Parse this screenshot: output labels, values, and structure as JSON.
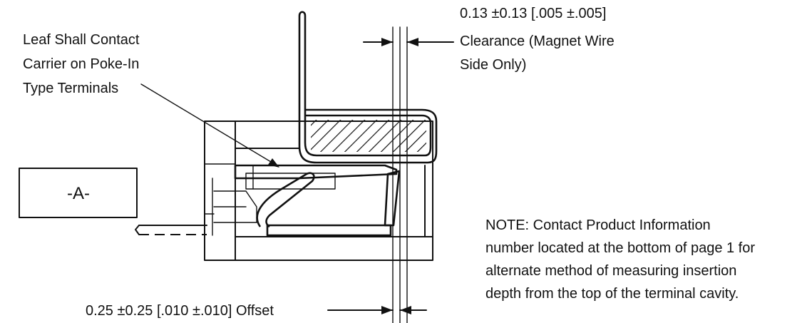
{
  "labels": {
    "leaf_note": [
      "Leaf Shall Contact",
      "Carrier on Poke-In",
      "Type Terminals"
    ],
    "clearance": [
      "0.13 ±0.13 [.005 ±.005]",
      "Clearance (Magnet Wire",
      "Side Only)"
    ],
    "datum": "-A-",
    "note": [
      "NOTE: Contact Product Information",
      "number located at the bottom of page 1 for",
      "alternate method of measuring insertion",
      "depth from the top of the terminal cavity."
    ],
    "offset": "0.25 ±0.25 [.010 ±.010] Offset"
  },
  "colors": {
    "ink": "#111111",
    "paper": "#ffffff"
  }
}
